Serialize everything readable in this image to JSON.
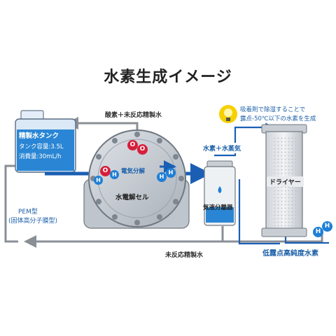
{
  "title": "水素生成イメージ",
  "tank": {
    "name": "精製水タンク",
    "capacity": "タンク容量:3.5L",
    "consumption": "消費量:30mL/h"
  },
  "labels": {
    "oxygen_return": "酸素＋未反応精製水",
    "electrolysis": "電気分解",
    "cell": "水電解セル",
    "hydrogen_vapor": "水素＋水蒸気",
    "separator": "気液分離器",
    "dryer": "ドライヤー",
    "pem_line1": "PEM型",
    "pem_line2": "(固体高分子膜型)",
    "unreacted_return": "未反応精製水",
    "output": "低露点高純度水素",
    "note_line1": "吸着剤で除湿することで",
    "note_line2": "露点-50℃以下の水素を生成"
  },
  "molecules": {
    "H": "H",
    "O": "O"
  },
  "colors": {
    "flow_blue": "#1a5fb4",
    "return_gray": "#8a8f96",
    "oxygen_red": "#d61f3a",
    "hydrogen_blue": "#1e7fd6",
    "accent_text_blue": "#1b5fa8"
  }
}
